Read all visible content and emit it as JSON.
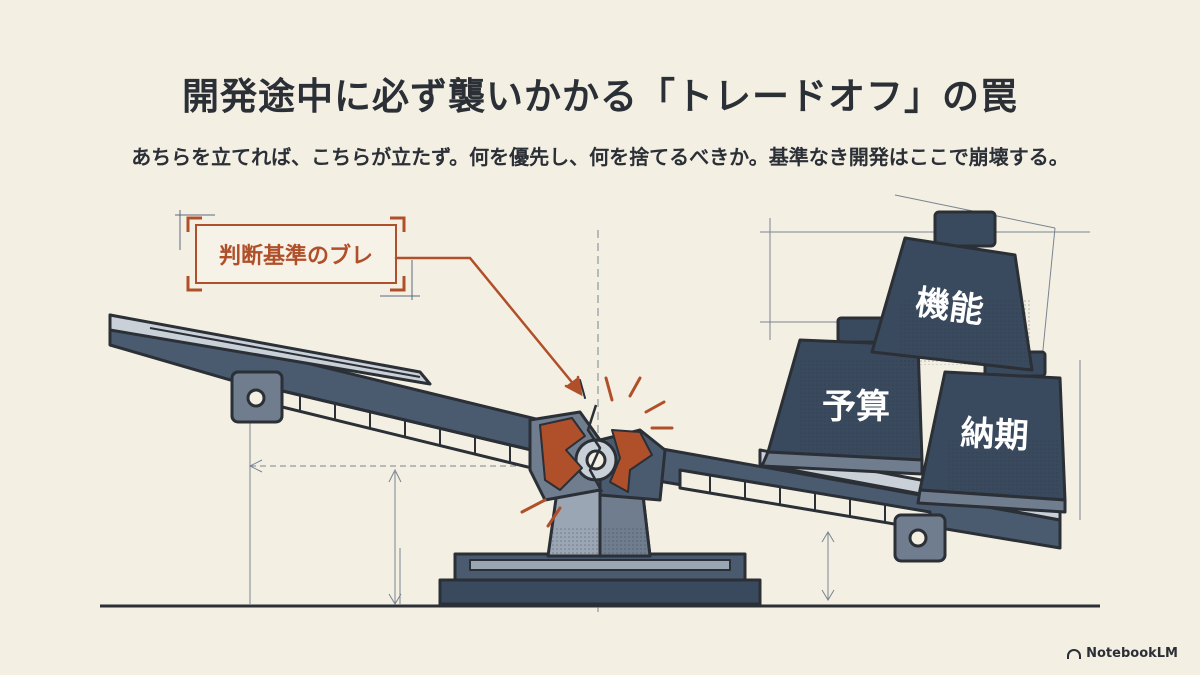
{
  "title": "開発途中に必ず襲いかかる「トレードオフ」の罠",
  "subtitle": "あちらを立てれば、こちらが立たず。何を優先し、何を捨てるべきか。基準なき開発はここで崩壊する。",
  "callout": {
    "label": "判断基準のブレ"
  },
  "weights": {
    "top": "機能",
    "left": "予算",
    "right": "納期"
  },
  "brand": {
    "name": "NotebookLM"
  },
  "colors": {
    "background": "#f3efe3",
    "steel": "#3a4a5e",
    "rust": "#b0502a",
    "ink": "#2b2f36"
  }
}
